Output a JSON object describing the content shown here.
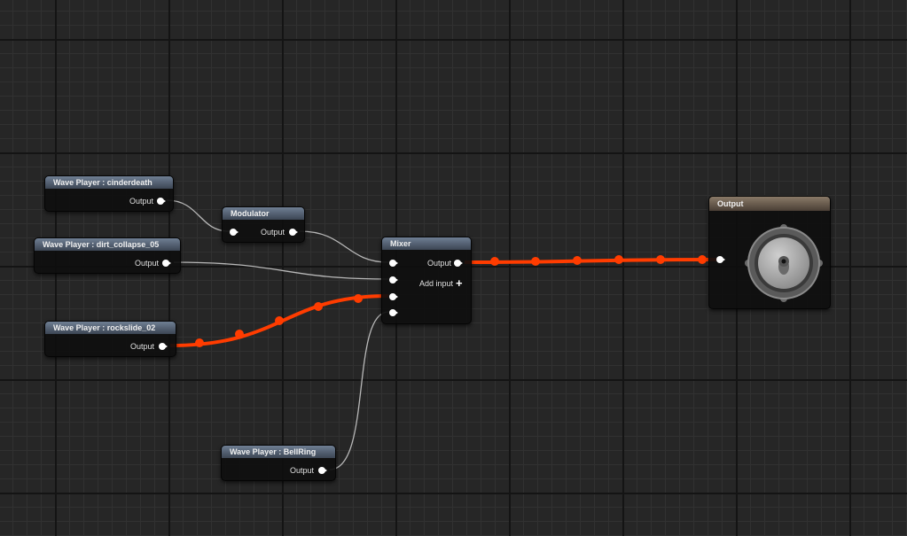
{
  "nodes": {
    "cinderdeath": {
      "title": "Wave Player : cinderdeath",
      "output": "Output"
    },
    "modulator": {
      "title": "Modulator",
      "output": "Output"
    },
    "dirt_collapse": {
      "title": "Wave Player : dirt_collapse_05",
      "output": "Output"
    },
    "rockslide": {
      "title": "Wave Player : rockslide_02",
      "output": "Output"
    },
    "bellring": {
      "title": "Wave Player : BellRing",
      "output": "Output"
    },
    "mixer": {
      "title": "Mixer",
      "output": "Output",
      "add_input": "Add input",
      "add_icon": "plus-icon"
    },
    "output": {
      "title": "Output",
      "icon": "speaker-icon"
    }
  },
  "colors": {
    "active_wire": "#ff3c00",
    "wire": "#c8c8c8",
    "header": "#5a6678",
    "output_header": "#6e6152"
  }
}
